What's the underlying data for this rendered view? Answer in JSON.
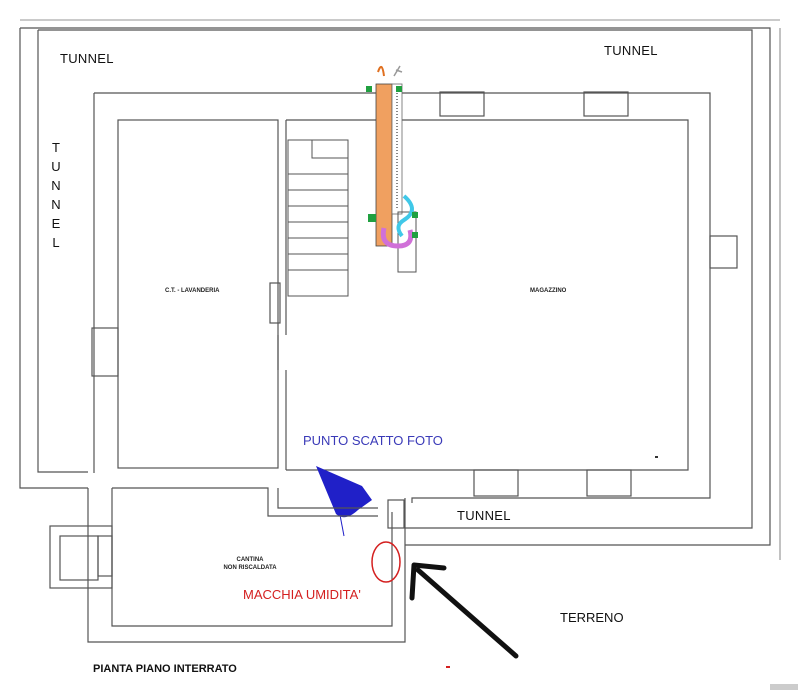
{
  "labels": {
    "tunnel_top_left": "TUNNEL",
    "tunnel_top_right": "TUNNEL",
    "tunnel_vertical": [
      "T",
      "U",
      "N",
      "N",
      "E",
      "L"
    ],
    "tunnel_bottom": "TUNNEL",
    "room_laundry": "C.T. - LAVANDERIA",
    "room_storage": "MAGAZZINO",
    "room_cellar_line1": "CANTINA",
    "room_cellar_line2": "NON RISCALDATA",
    "photo_point": "PUNTO SCATTO FOTO",
    "damp_spot": "MACCHIA UMIDITA'",
    "ground": "TERRENO",
    "plan_title": "PIANTA PIANO INTERRATO"
  },
  "colors": {
    "photo_point": "#3a3ab8",
    "damp_spot": "#d42020",
    "photo_cone": "#2020c8",
    "flue_orange": "#f0a060",
    "pipe_cyan": "#40c8e8",
    "pipe_magenta": "#d070d8",
    "marker_green": "#20a040"
  }
}
